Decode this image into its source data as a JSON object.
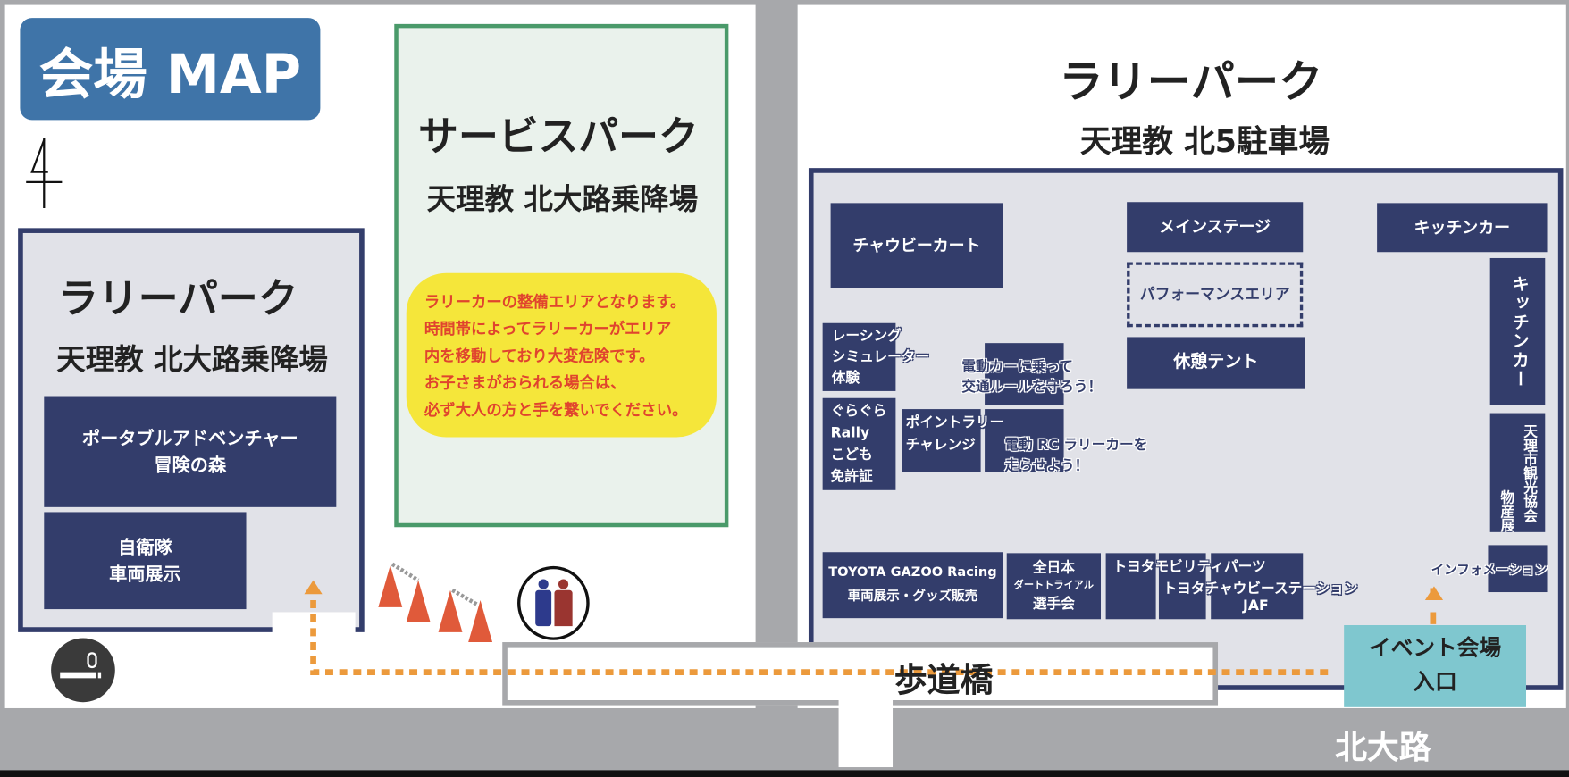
{
  "title": "会場 MAP",
  "colors": {
    "navy": "#333d6b",
    "title_bg": "#3f74a8",
    "green": "#4a9a6a",
    "yellow": "#f5e63a",
    "warning_text": "#e0442e",
    "path": "#ec9a3c",
    "entrance": "#7fc7cf",
    "cone": "#e05a3a"
  },
  "left_park": {
    "title": "ラリーパーク",
    "subtitle": "天理教 北大路乗降場",
    "booths": [
      "ポータブルアドベンチャー",
      "冒険の森",
      "自衛隊",
      "車両展示"
    ]
  },
  "service_park": {
    "title": "サービスパーク",
    "subtitle": "天理教 北大路乗降場",
    "warning": [
      "ラリーカーの整備エリアとなります。",
      "時間帯によってラリーカーがエリア",
      "内を移動しており大変危険です。",
      "お子さまがおられる場合は、",
      "必ず大人の方と手を繋いでください。"
    ]
  },
  "right_park": {
    "title": "ラリーパーク",
    "subtitle": "天理教 北5駐車場",
    "booths": {
      "chowbie_kart": "チャウビーカート",
      "main_stage": "メインステージ",
      "performance": "パフォーマンスエリア",
      "rest_tent": "休憩テント",
      "kitchen_top": "キッチンカー",
      "kitchen_side": "キッチンカー",
      "tourism": [
        "天理市観光協会",
        "物産展"
      ],
      "info": "インフォメーション",
      "racing_sim": [
        "レーシング",
        "シミュレーター",
        "体験"
      ],
      "guragura": [
        "ぐらぐら",
        "Rally",
        "こども",
        "免許証"
      ],
      "point_rally": [
        "ポイントラリー",
        "チャレンジ"
      ],
      "ev_ride": [
        "電動カーに乗って",
        "交通ルールを守ろう！"
      ],
      "rc": [
        "電動 RC ラリーカーを",
        "走らせよう！"
      ],
      "tgr": [
        "TOYOTA GAZOO Racing",
        "車両展示・グッズ販売"
      ],
      "jdt": [
        "全日本",
        "ダートトライアル",
        "選手会"
      ],
      "toyota_mobility": "トヨタモビリティパーツ",
      "chowbie_station": "トヨタチャウビーステーション",
      "jaf": "JAF"
    }
  },
  "entrance": [
    "イベント会場",
    "入口"
  ],
  "footbridge": "歩道橋",
  "road": "北大路",
  "icons": [
    "north-arrow-icon",
    "smoking-area-icon",
    "restroom-icon",
    "traffic-cone-icon",
    "route-arrow-icon"
  ]
}
